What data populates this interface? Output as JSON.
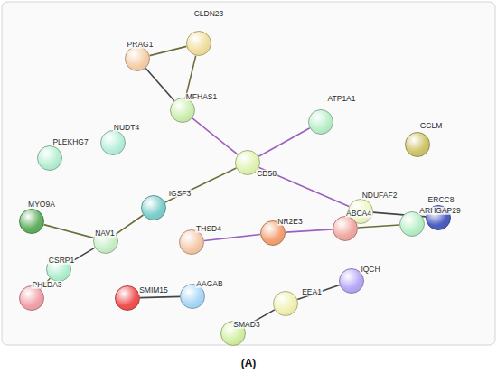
{
  "diagram": {
    "caption": "(A)",
    "nodes": [
      {
        "text": [
          "PRAG1"
        ]
      },
      {
        "text": [
          "CLDN23"
        ]
      },
      {
        "text": [
          "MFHAS1"
        ]
      },
      {
        "text": [
          "ATP1A1"
        ]
      },
      {
        "text": [
          "GCLM"
        ]
      },
      {
        "text": [
          "PLEKHG7"
        ]
      },
      {
        "text": [
          "NUDT4"
        ]
      },
      {
        "text": [
          "CD58"
        ]
      },
      {
        "text": [
          "IGSF3"
        ]
      },
      {
        "text": [
          "NDUFAF2"
        ]
      },
      {
        "text": [
          "ERCC8"
        ]
      },
      {
        "text": [
          "MYO9A"
        ]
      },
      {
        "text": [
          "NAV1"
        ]
      },
      {
        "text": [
          "CSRP1"
        ]
      },
      {
        "text": [
          "THSD4"
        ]
      },
      {
        "text": [
          "NR2E3"
        ]
      },
      {
        "text": [
          "ABCA4"
        ]
      },
      {
        "text": [
          "ARHGAP29"
        ]
      },
      {
        "text": [
          "PHLDA3"
        ]
      },
      {
        "text": [
          "SMIM15"
        ]
      },
      {
        "text": [
          "AAGAB"
        ]
      },
      {
        "text": [
          "IQCH"
        ]
      },
      {
        "text": [
          "EEA1"
        ]
      },
      {
        "text": [
          "SMAD3"
        ]
      }
    ],
    "edges": [
      {
        "from": 0,
        "to": 1,
        "arrow": "none"
      },
      {
        "from": 0,
        "to": 2,
        "arrow": "none"
      },
      {
        "from": 1,
        "to": 2,
        "arrow": "none"
      },
      {
        "from": 2,
        "to": 7,
        "arrow": "none"
      },
      {
        "from": 3,
        "to": 7,
        "arrow": "none"
      },
      {
        "from": 7,
        "to": 8,
        "arrow": "none"
      },
      {
        "from": 7,
        "to": 9,
        "arrow": "none"
      },
      {
        "from": 9,
        "to": 10,
        "arrow": "none"
      },
      {
        "from": 8,
        "to": 12,
        "arrow": "none"
      },
      {
        "from": 11,
        "to": 12,
        "arrow": "none"
      },
      {
        "from": 12,
        "to": 13,
        "arrow": "none"
      },
      {
        "from": 13,
        "to": 18,
        "arrow": "none"
      },
      {
        "from": 14,
        "to": 15,
        "arrow": "none"
      },
      {
        "from": 15,
        "to": 16,
        "arrow": "none"
      },
      {
        "from": 16,
        "to": 17,
        "arrow": "none"
      },
      {
        "from": 19,
        "to": 20,
        "arrow": "none"
      },
      {
        "from": 21,
        "to": 22,
        "arrow": "none"
      },
      {
        "from": 22,
        "to": 23,
        "arrow": "none"
      }
    ]
  }
}
